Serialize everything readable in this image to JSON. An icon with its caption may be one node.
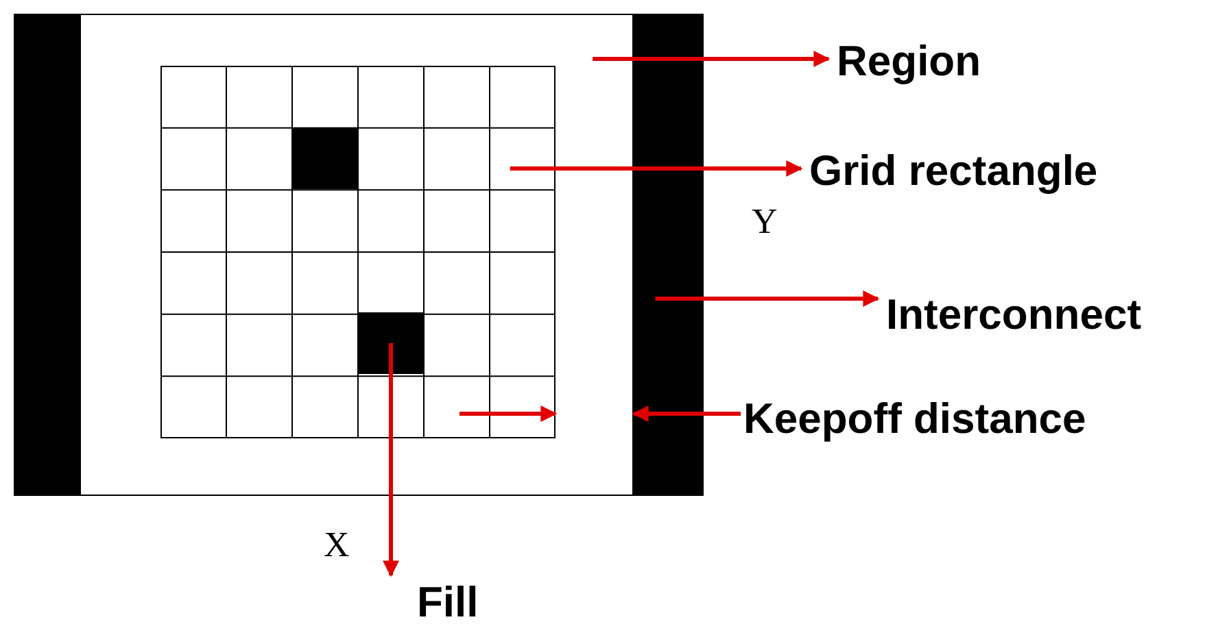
{
  "diagram": {
    "nodes": [
      {
        "text": [],
        "shape": "bar"
      },
      {
        "text": [],
        "shape": "box"
      },
      {
        "text": [],
        "shape": "box",
        "in": 1
      },
      {
        "text": [],
        "shape": "box",
        "in": 2
      },
      {
        "text": [],
        "shape": "box",
        "in": 2
      },
      {
        "text": [],
        "shape": "bar"
      },
      {
        "text": [
          "Region"
        ]
      },
      {
        "text": [
          "Grid rectangle"
        ]
      },
      {
        "text": [
          "Interconnect"
        ]
      },
      {
        "text": [
          "Keepoff distance"
        ]
      },
      {
        "text": [
          "Fill"
        ]
      }
    ],
    "edges": [
      {
        "from": 1,
        "to": 6,
        "arrow": "to"
      },
      {
        "from": 2,
        "to": 7,
        "arrow": "to"
      },
      {
        "from": 5,
        "to": 8,
        "arrow": "to"
      },
      {
        "from": 9,
        "to": 5,
        "arrow": "to"
      },
      {
        "from": 4,
        "to": 10,
        "arrow": "to"
      }
    ],
    "labels": [
      "Y",
      "X"
    ]
  }
}
